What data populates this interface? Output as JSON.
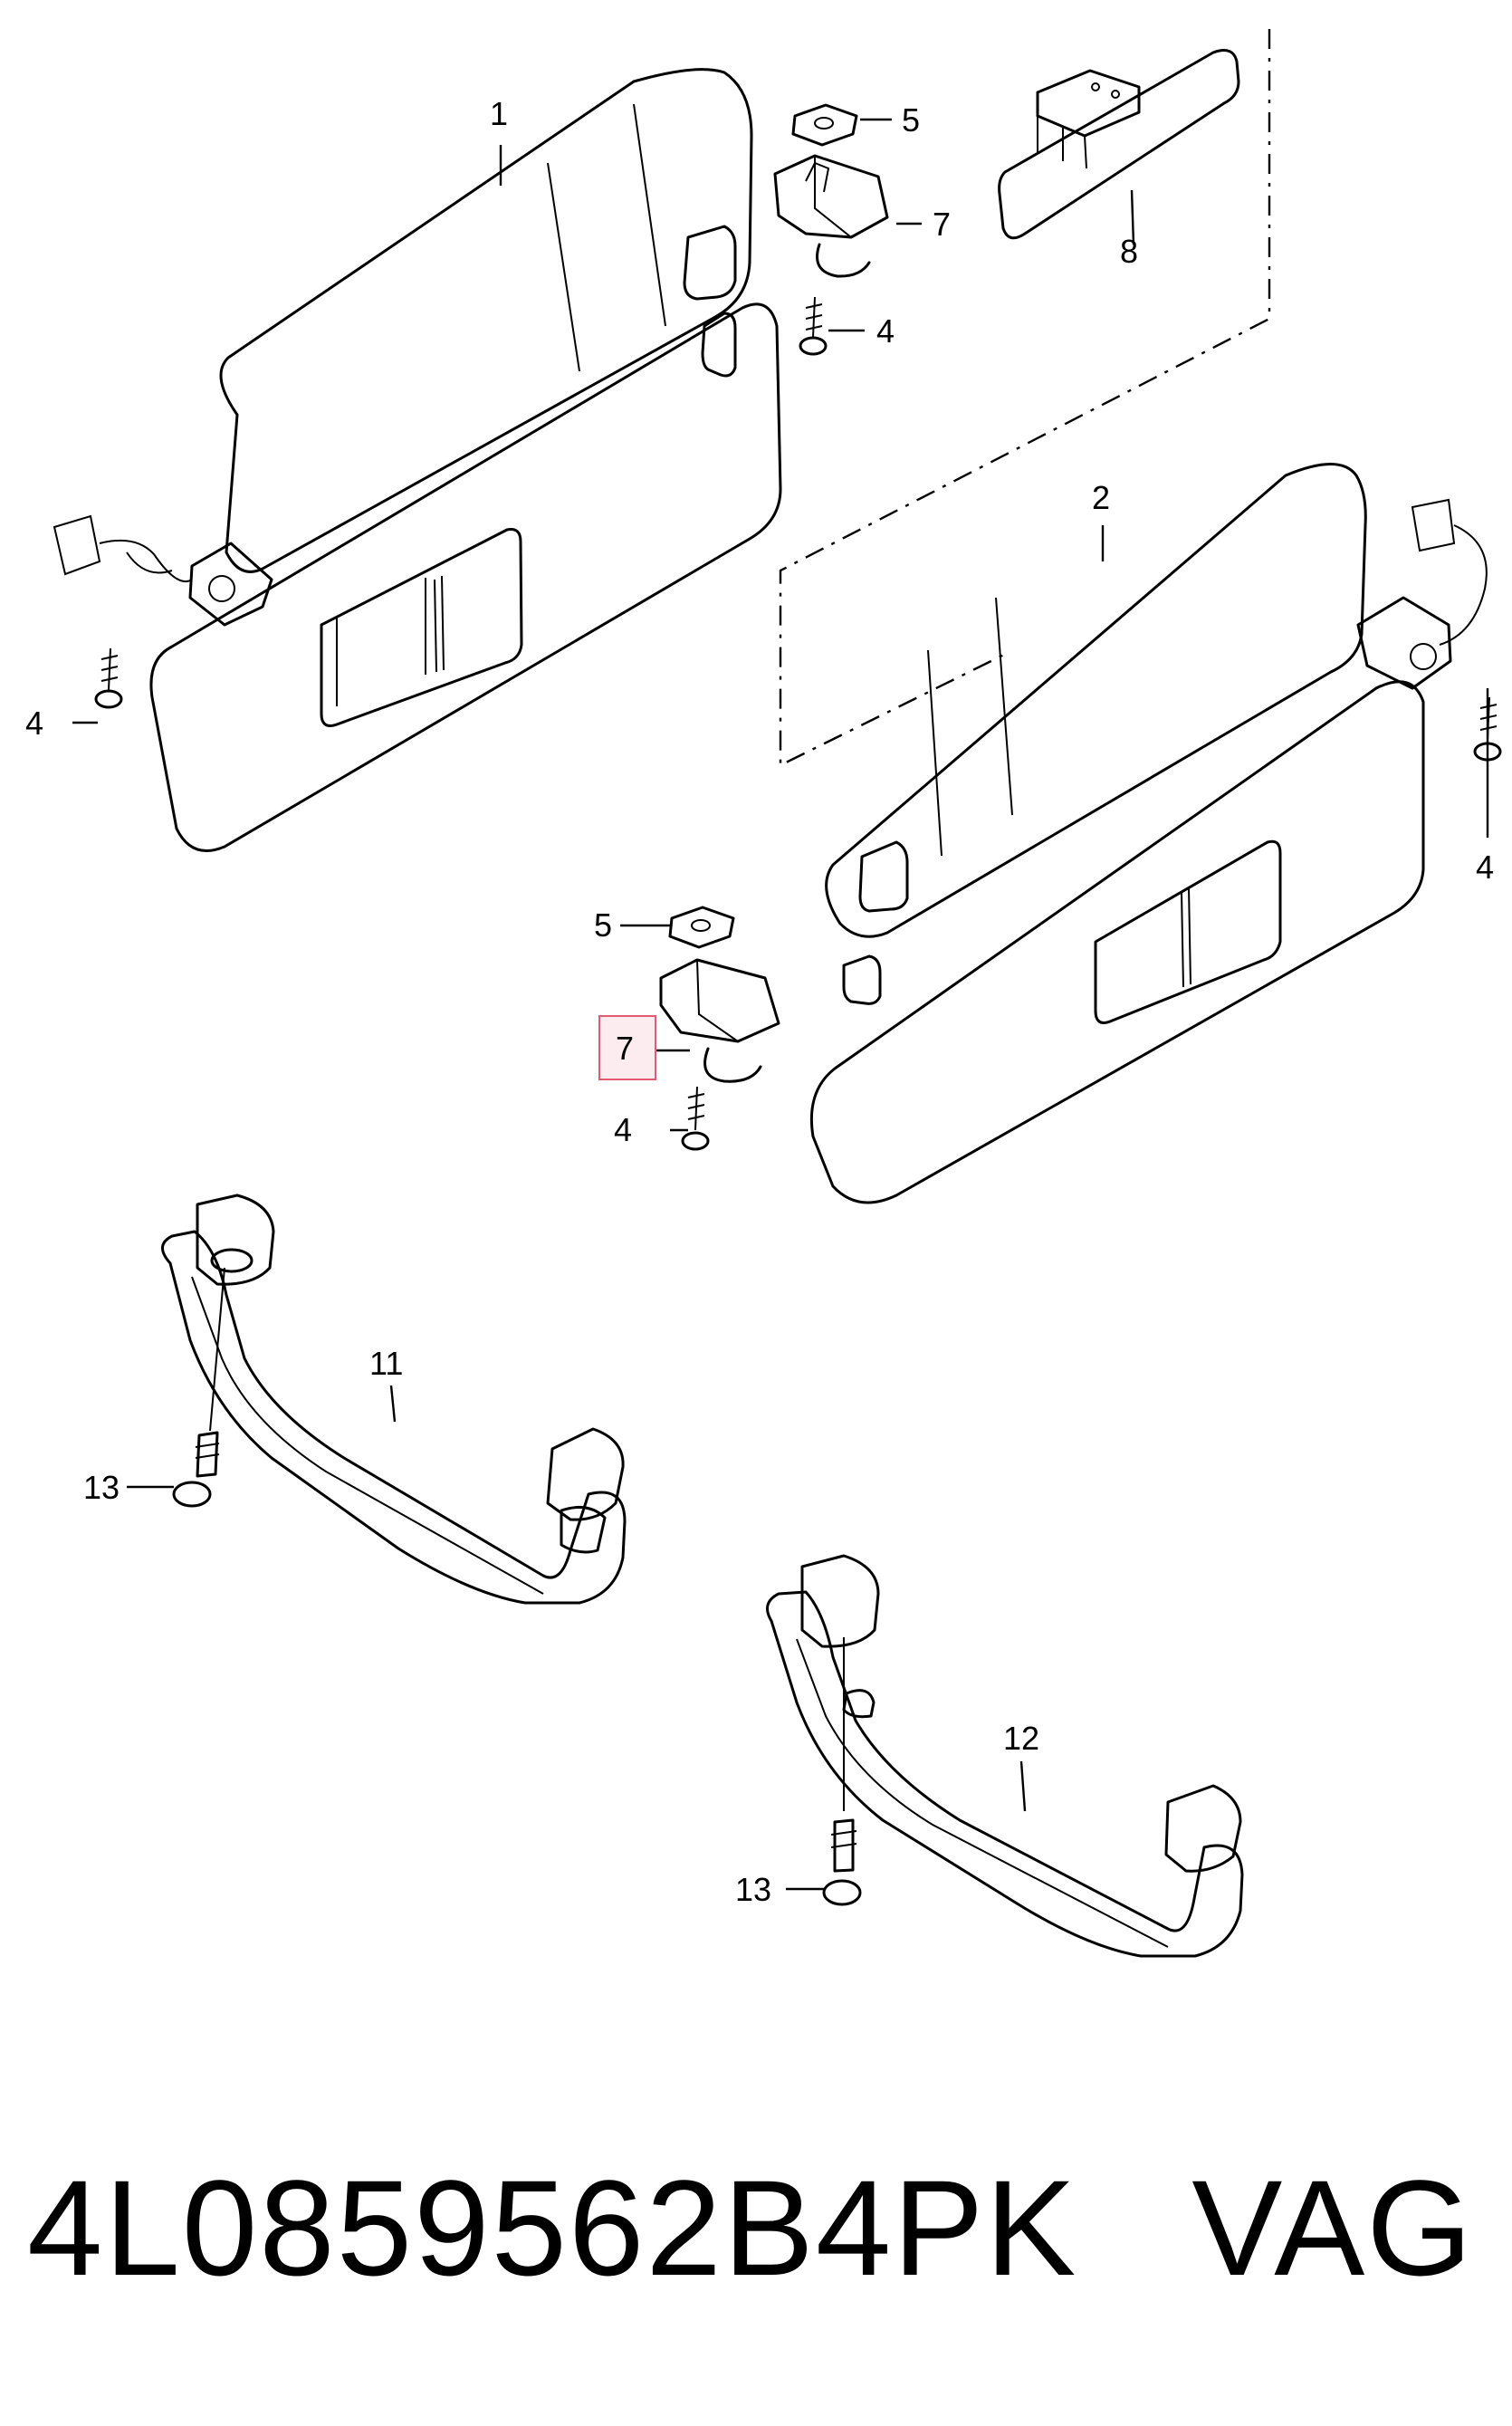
{
  "diagram": {
    "callouts": {
      "c1": "1",
      "c2": "2",
      "c4a": "4",
      "c4b": "4",
      "c4c": "4",
      "c4d": "4",
      "c5a": "5",
      "c5b": "5",
      "c7a": "7",
      "c7b": "7",
      "c8": "8",
      "c11": "11",
      "c12": "12",
      "c13a": "13",
      "c13b": "13"
    },
    "highlight_color": "#e35b6f",
    "highlight_fill": "#fdecef"
  },
  "footer": {
    "part_number": "4L0859562B4PK",
    "brand": "VAG"
  }
}
